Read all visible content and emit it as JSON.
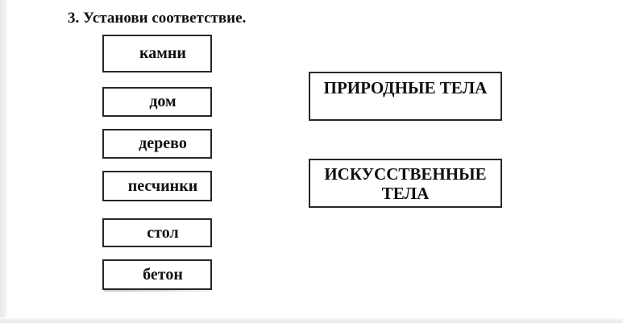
{
  "exercise": {
    "title": "3. Установи соответствие."
  },
  "word_cards": [
    {
      "label": "камни"
    },
    {
      "label": "дом"
    },
    {
      "label": "дерево"
    },
    {
      "label": "песчинки"
    },
    {
      "label": "стол"
    },
    {
      "label": "бетон"
    }
  ],
  "category_boxes": [
    {
      "label": "ПРИРОДНЫЕ ТЕЛА"
    },
    {
      "label": "ИСКУССТВЕННЫЕ ТЕЛА"
    }
  ],
  "colors": {
    "box_border": "#272727",
    "text": "#0f0f0f",
    "page_background": "#ffffff",
    "left_edge_strip": "#ececec",
    "bottom_edge_strip": "#e9e9e9"
  }
}
